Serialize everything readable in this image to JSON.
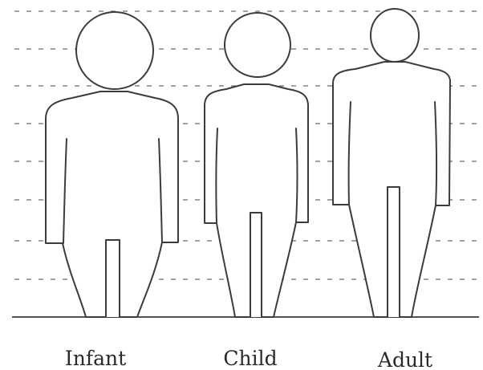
{
  "figures": [
    {
      "label": "Infant"
    },
    {
      "label": "Child"
    },
    {
      "label": "Adult"
    }
  ],
  "colors": {
    "background": "#ffffff",
    "outline": "#3c3c3c",
    "gridline": "#6a6a6a",
    "text": "#2a2a2a"
  }
}
